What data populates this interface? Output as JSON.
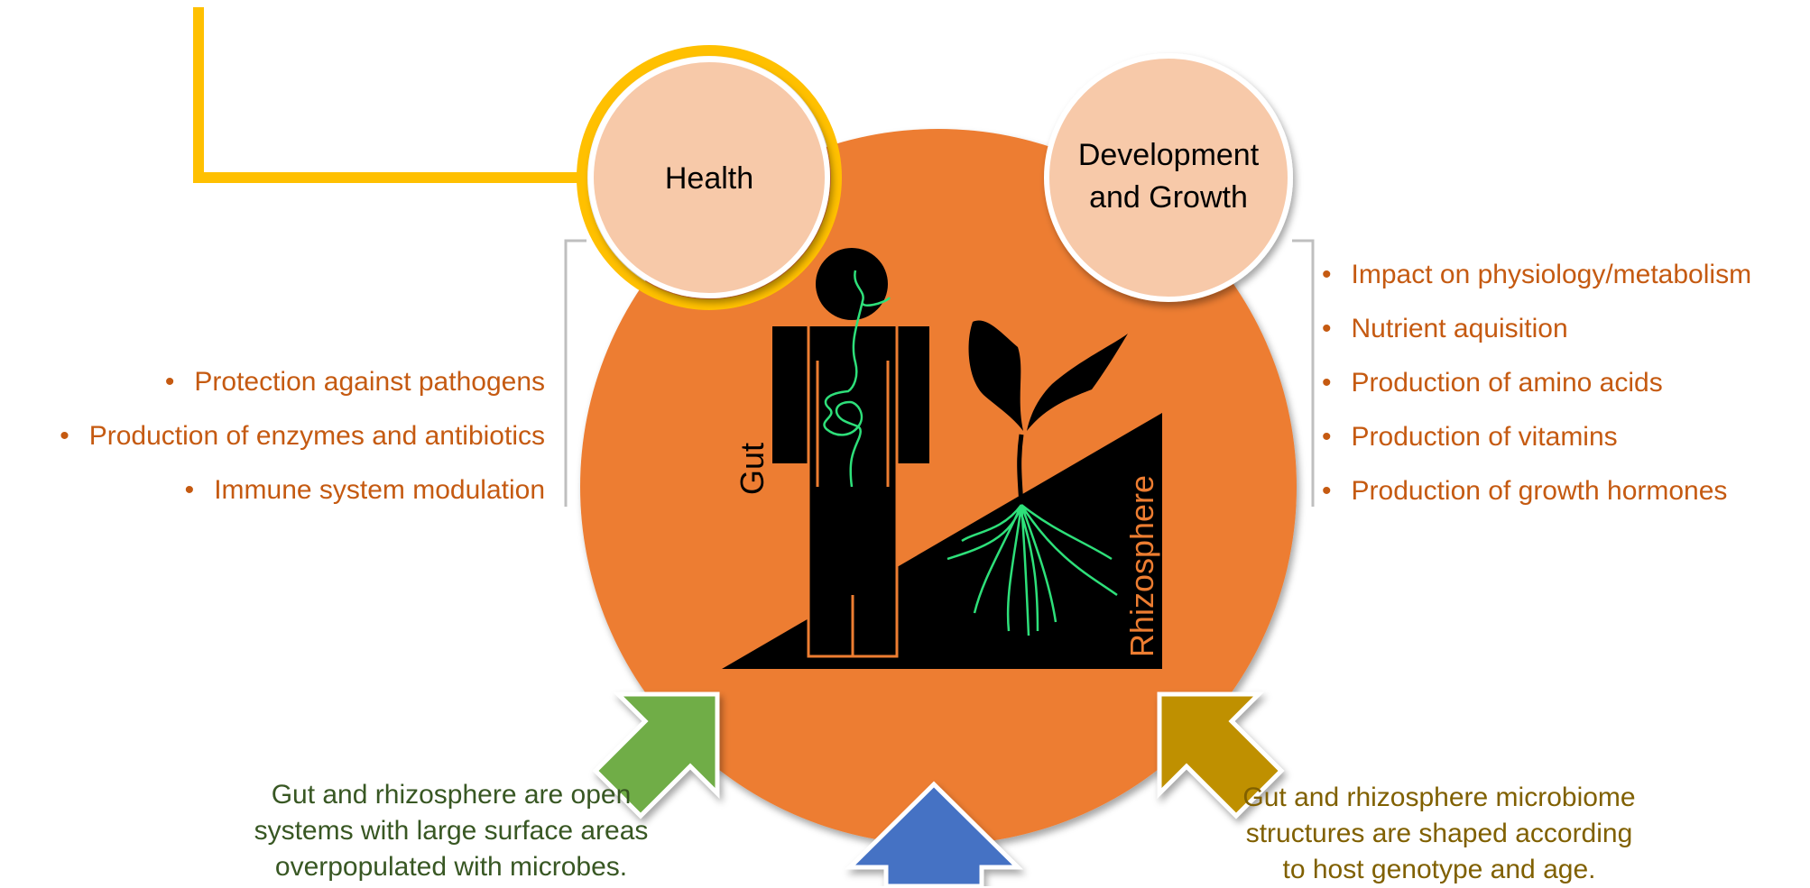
{
  "nodes": {
    "health": "Health",
    "development_line1": "Development",
    "development_line2": "and Growth"
  },
  "labels": {
    "gut": "Gut",
    "rhizosphere": "Rhizosphere"
  },
  "health_benefits": [
    "Protection against pathogens",
    "Production of enzymes and antibiotics",
    "Immune system modulation"
  ],
  "growth_benefits": [
    "Impact on physiology/metabolism",
    "Nutrient aquisition",
    "Production of amino acids",
    "Production of vitamins",
    "Production of growth hormones"
  ],
  "captions": {
    "left_line1": "Gut and rhizosphere are open",
    "left_line2": "systems with large surface areas",
    "left_line3": "overpopulated with microbes.",
    "right_line1": "Gut and rhizosphere microbiome",
    "right_line2": "structures are shaped according",
    "right_line3": "to host genotype and age."
  },
  "colors": {
    "main_circle": "#ED7D31",
    "benefit_circle": "#F7C9A9",
    "highlight": "#FFC000",
    "benefit_text": "#C55A11",
    "left_caption": "#385723",
    "right_caption": "#806000",
    "left_arrow": "#70AD47",
    "center_arrow": "#4472C4",
    "right_arrow": "#BF9000",
    "microbe_line": "#2EE07A",
    "silhouette": "#000000"
  },
  "icons": [
    "human-silhouette-icon",
    "plant-icon"
  ]
}
